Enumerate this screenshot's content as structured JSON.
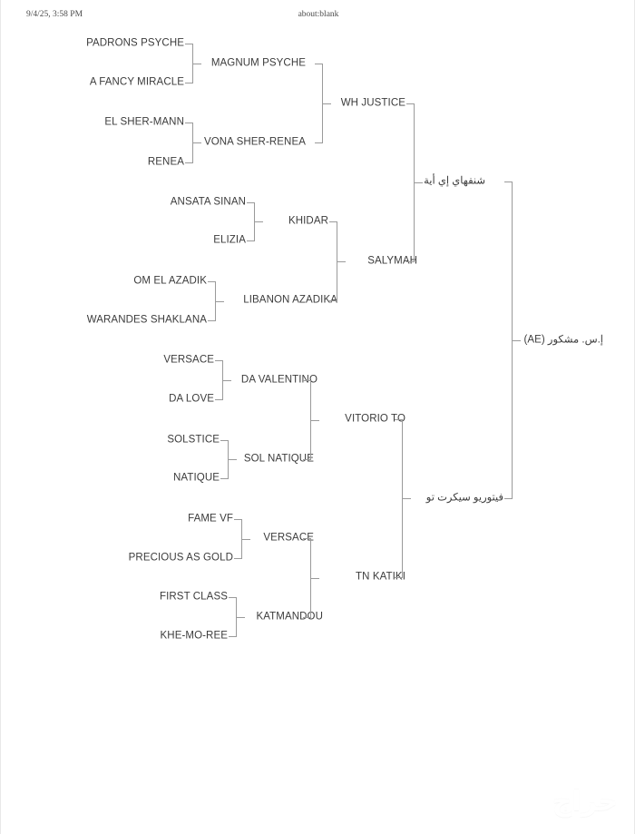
{
  "header": {
    "date": "9/4/25, 3:58 PM",
    "url": "about:blank"
  },
  "watermark": {
    "text": "حراج"
  },
  "colors": {
    "background": "#ffffff",
    "text": "#3c3c3c",
    "connector": "#9a9a9a",
    "header_text": "#4a4a4a"
  },
  "pedigree": {
    "type": "pedigree-tree",
    "root": "إ.س. مشكور (AE)",
    "generation_1": [
      {
        "name": "شنفهاي إي أية"
      },
      {
        "name": "فيتوريو سيكرت تو"
      }
    ],
    "generation_2": [
      {
        "name": "WH JUSTICE"
      },
      {
        "name": "SALYMAH"
      },
      {
        "name": "VITORIO TO"
      },
      {
        "name": "TN KATIKI"
      }
    ],
    "generation_3": [
      {
        "name": "MAGNUM PSYCHE"
      },
      {
        "name": "VONA SHER-RENEA"
      },
      {
        "name": "KHIDAR"
      },
      {
        "name": "LIBANON AZADIKA"
      },
      {
        "name": "DA VALENTINO"
      },
      {
        "name": "SOL NATIQUE"
      },
      {
        "name": "VERSACE"
      },
      {
        "name": "KATMANDOU"
      }
    ],
    "generation_4": [
      {
        "name": "PADRONS PSYCHE"
      },
      {
        "name": "A FANCY MIRACLE"
      },
      {
        "name": "EL SHER-MANN"
      },
      {
        "name": "RENEA"
      },
      {
        "name": "ANSATA SINAN"
      },
      {
        "name": "ELIZIA"
      },
      {
        "name": "OM EL AZADIK"
      },
      {
        "name": "WARANDES SHAKLANA"
      },
      {
        "name": "VERSACE"
      },
      {
        "name": "DA LOVE"
      },
      {
        "name": "SOLSTICE"
      },
      {
        "name": "NATIQUE"
      },
      {
        "name": "FAME VF"
      },
      {
        "name": "PRECIOUS AS GOLD"
      },
      {
        "name": "FIRST CLASS"
      },
      {
        "name": "KHE-MO-REE"
      }
    ]
  }
}
